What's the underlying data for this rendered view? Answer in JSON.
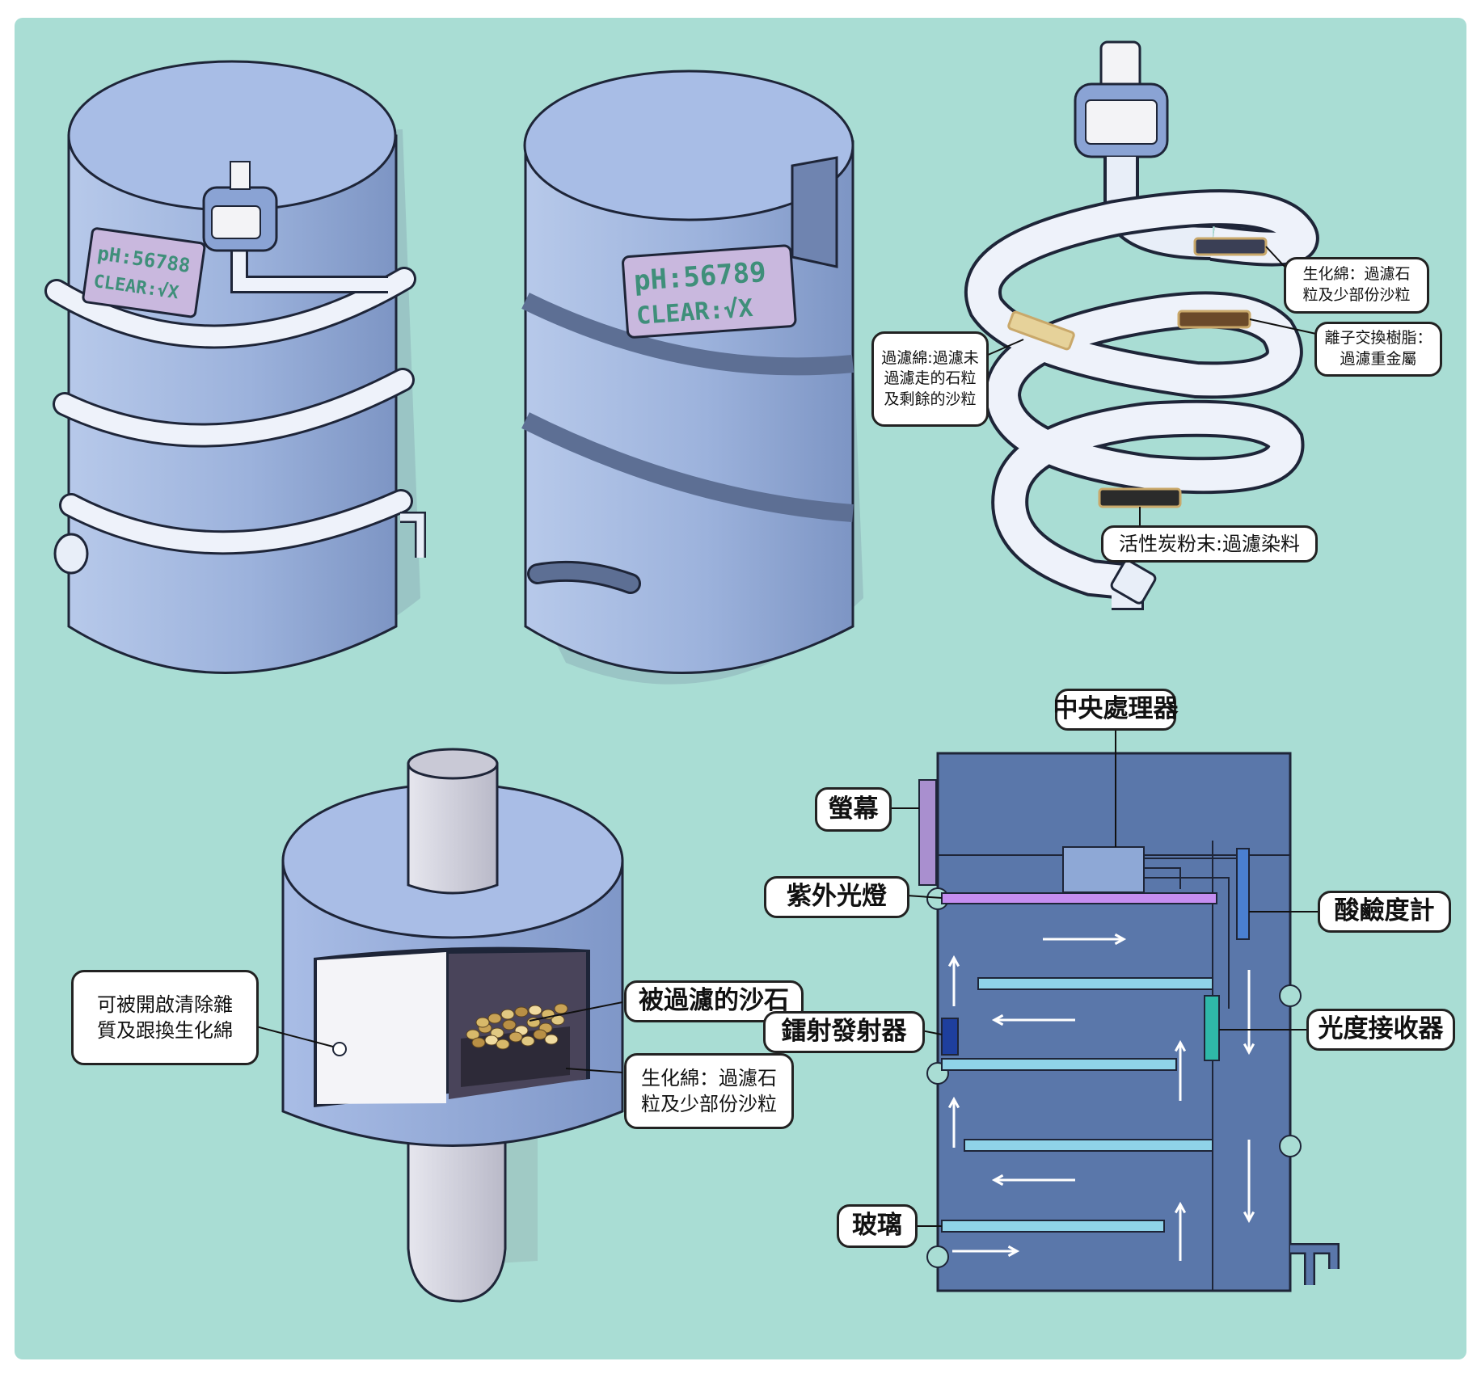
{
  "colors": {
    "background": "#a9ddd4",
    "tank_body": "#9db3dc",
    "tank_shade": "#7f97c6",
    "tube": "#e8eef8",
    "screen": "#c9b8de",
    "screen_text": "#3f8f7a",
    "diagram_body": "#5a77aa",
    "glass_bar": "#8fd3e8",
    "uv_lamp": "#c58ef0",
    "monitor": "#a98fcf",
    "laser": "#1e3f9e",
    "receiver": "#2fb8a8",
    "ph_meter": "#4a7fd0",
    "cpu": "#8ea8d6"
  },
  "tank1": {
    "screen_lines": [
      "pH:56788",
      "CLEAR:√X"
    ]
  },
  "tank2": {
    "screen_lines": [
      "pH:56789",
      "CLEAR:√X"
    ]
  },
  "coil_labels": {
    "bio_sponge": [
      "生化綿：過濾石",
      "粒及少部份沙粒"
    ],
    "ion_resin": [
      "離子交換樹脂：",
      "過濾重金屬"
    ],
    "filter_cotton": [
      "過濾綿:過濾未",
      "過濾走的石粒",
      "及剩餘的沙粒"
    ],
    "carbon": [
      "活性炭粉末:過濾染料"
    ]
  },
  "filter_labels": {
    "openable": [
      "可被開啟清除雜",
      "質及跟換生化綿"
    ],
    "sand": [
      "被過濾的沙石"
    ],
    "bio_sponge": [
      "生化綿：過濾石",
      "粒及少部份沙粒"
    ]
  },
  "diagram_labels": {
    "cpu": "中央處理器",
    "monitor": "螢幕",
    "uv_lamp": "紫外光燈",
    "ph_meter": "酸鹼度計",
    "laser": "鐳射發射器",
    "receiver": "光度接收器",
    "glass": "玻璃"
  },
  "icons": {
    "flow": "arrow-icon",
    "tap": "tap-icon",
    "hole": "hole-icon"
  }
}
